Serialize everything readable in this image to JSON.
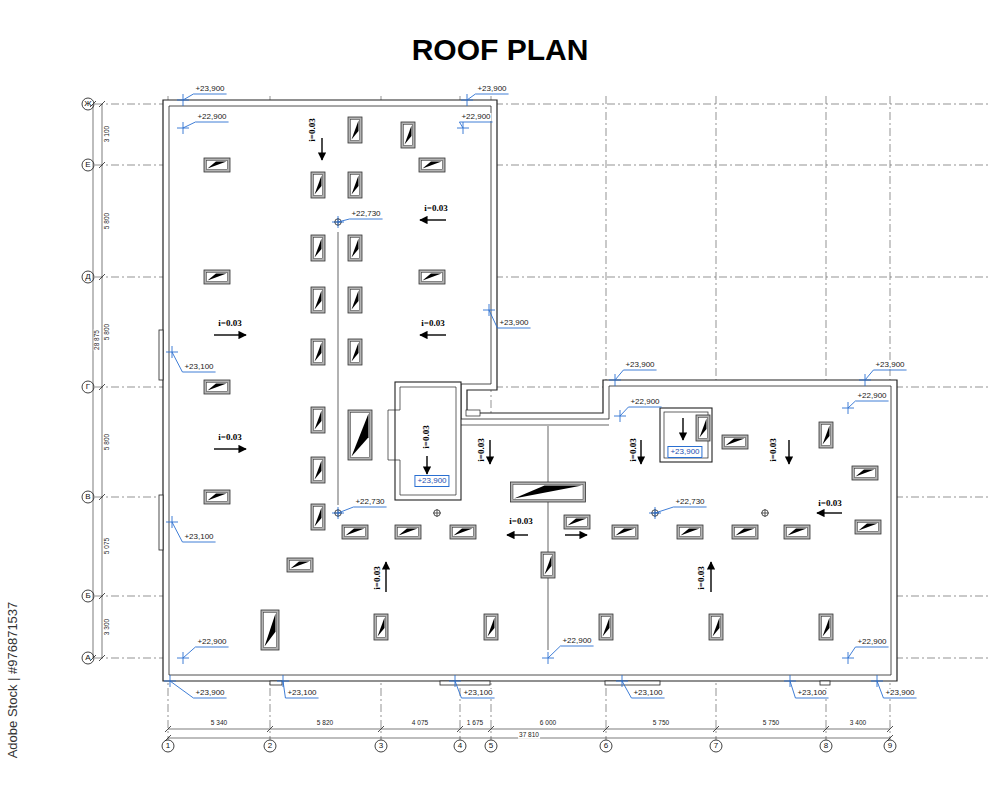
{
  "diagram": {
    "title": "ROOF PLAN",
    "labels": [
      "Ж",
      "Е",
      "Д",
      "Г",
      "В",
      "Б",
      "А",
      "1",
      "2",
      "3",
      "4",
      "5",
      "6",
      "7",
      "8",
      "9",
      "3 100",
      "5 800",
      "5 800",
      "5 800",
      "5 075",
      "3 300",
      "28 875",
      "5 340",
      "5 820",
      "4 075",
      "1 675",
      "6 000",
      "5 750",
      "5 750",
      "3 400",
      "37 810",
      "i=0.03",
      "i=0.03",
      "i=0.03",
      "i=0.03",
      "i=0.03",
      "i=0.03",
      "i=0.03",
      "i=0.03",
      "i=0.03",
      "i=0.03",
      "i=0.03",
      "i=0.03",
      "i=0.03",
      "+23,900",
      "+23,900",
      "+22,900",
      "+22,900",
      "+22,730",
      "+23,900",
      "+23,100",
      "+23,900",
      "+23,900",
      "+22,900",
      "+22,900",
      "+22,730",
      "+22,730",
      "+23,100",
      "+22,900",
      "+22,900",
      "+22,900",
      "+23,900",
      "+23,100",
      "+23,100",
      "+23,100",
      "+23,100",
      "+23,900",
      "+23,900",
      "+23,900",
      "Adobe Stock | #976871537"
    ]
  }
}
